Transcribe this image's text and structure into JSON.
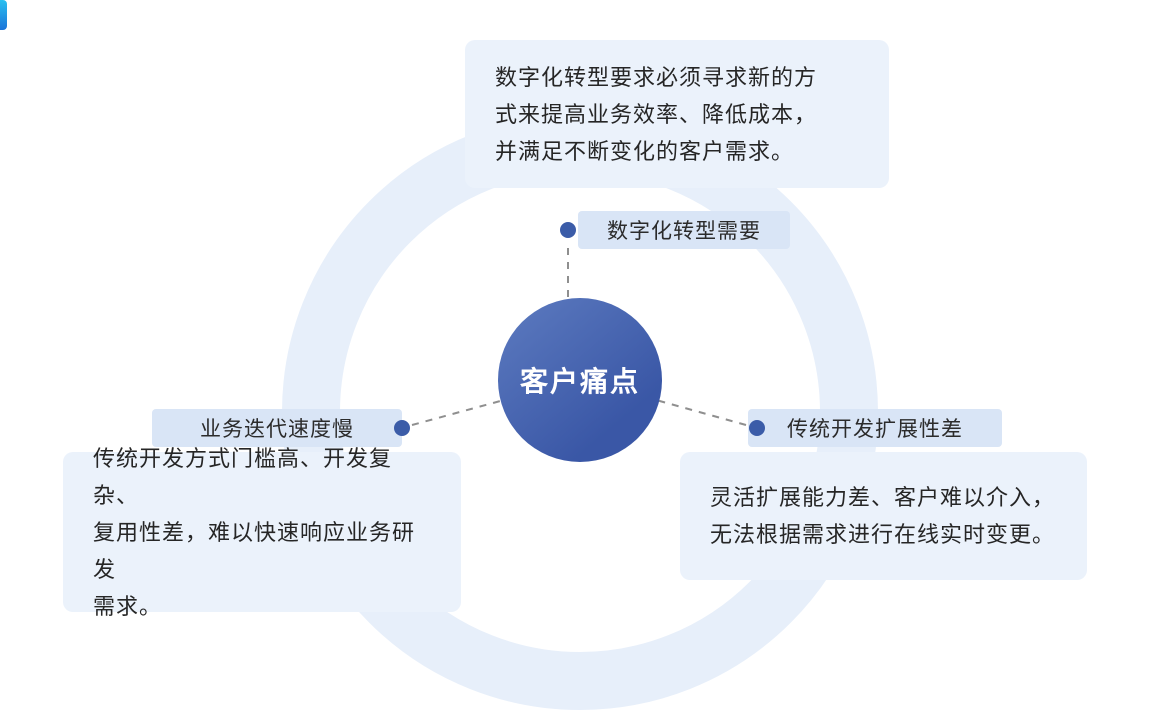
{
  "colors": {
    "accent_top": "#2ac0f0",
    "accent_bottom": "#1a73d9",
    "ring": "#e7effa",
    "connector": "#8f8f8f",
    "dot": "#3b5ca8",
    "circle_from": "#5d7bc0",
    "circle_to": "#3a57a6",
    "label_bg": "#d9e5f6",
    "desc_bg": "#ebf2fb"
  },
  "center": {
    "label": "客户痛点"
  },
  "top": {
    "label": "数字化转型需要",
    "description": "数字化转型要求必须寻求新的方\n式来提高业务效率、降低成本，\n并满足不断变化的客户需求。"
  },
  "left": {
    "label": "业务迭代速度慢",
    "description": "传统开发方式门槛高、开发复杂、\n复用性差，难以快速响应业务研发\n需求。"
  },
  "right": {
    "label": "传统开发扩展性差",
    "description": "灵活扩展能力差、客户难以介入，\n无法根据需求进行在线实时变更。"
  }
}
